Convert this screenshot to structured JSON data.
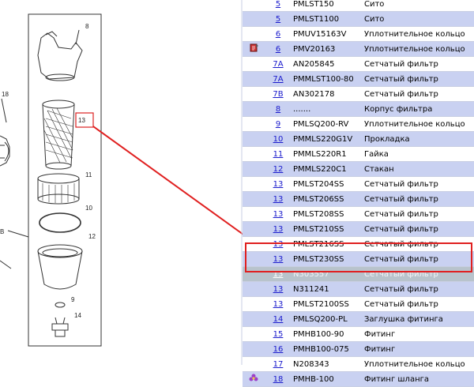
{
  "diagram": {
    "callouts": {
      "c18": "18",
      "c8": "8",
      "c13": "13",
      "c11": "11",
      "c10": "10",
      "c12": "12",
      "c9": "9",
      "c14": "14",
      "cB": "B"
    }
  },
  "parts": {
    "rows": [
      {
        "ref": "5",
        "part": "PMLST150",
        "desc": "Сито",
        "icon": "",
        "highlight": false
      },
      {
        "ref": "5",
        "part": "PMLST1100",
        "desc": "Сито",
        "icon": "",
        "highlight": false
      },
      {
        "ref": "6",
        "part": "PMUV15163V",
        "desc": "Уплотнительное кольцо",
        "icon": "",
        "highlight": false
      },
      {
        "ref": "6",
        "part": "PMV20163",
        "desc": "Уплотнительное кольцо",
        "icon": "note-icon",
        "highlight": false
      },
      {
        "ref": "7A",
        "part": "AN205845",
        "desc": "Сетчатый фильтр",
        "icon": "",
        "highlight": false
      },
      {
        "ref": "7A",
        "part": "PMMLST100-80",
        "desc": "Сетчатый фильтр",
        "icon": "",
        "highlight": false
      },
      {
        "ref": "7B",
        "part": "AN302178",
        "desc": "Сетчатый фильтр",
        "icon": "",
        "highlight": false
      },
      {
        "ref": "8",
        "part": ".......",
        "desc": "Корпус фильтра",
        "icon": "",
        "highlight": false
      },
      {
        "ref": "9",
        "part": "PMLSQ200-RV",
        "desc": "Уплотнительное кольцо",
        "icon": "",
        "highlight": false
      },
      {
        "ref": "10",
        "part": "PMMLS220G1V",
        "desc": "Прокладка",
        "icon": "",
        "highlight": false
      },
      {
        "ref": "11",
        "part": "PMMLS220R1",
        "desc": "Гайка",
        "icon": "",
        "highlight": false
      },
      {
        "ref": "12",
        "part": "PMMLS220C1",
        "desc": "Стакан",
        "icon": "",
        "highlight": false
      },
      {
        "ref": "13",
        "part": "PMLST204SS",
        "desc": "Сетчатый фильтр",
        "icon": "",
        "highlight": false
      },
      {
        "ref": "13",
        "part": "PMLST206SS",
        "desc": "Сетчатый фильтр",
        "icon": "",
        "highlight": false
      },
      {
        "ref": "13",
        "part": "PMLST208SS",
        "desc": "Сетчатый фильтр",
        "icon": "",
        "highlight": false
      },
      {
        "ref": "13",
        "part": "PMLST210SS",
        "desc": "Сетчатый фильтр",
        "icon": "",
        "highlight": false
      },
      {
        "ref": "13",
        "part": "PMLST216SS",
        "desc": "Сетчатый фильтр",
        "icon": "",
        "highlight": false
      },
      {
        "ref": "13",
        "part": "PMLST230SS",
        "desc": "Сетчатый фильтр",
        "icon": "",
        "highlight": false
      },
      {
        "ref": "13",
        "part": "N303557",
        "desc": "Сетчатый фильтр",
        "icon": "",
        "highlight": true
      },
      {
        "ref": "13",
        "part": "N311241",
        "desc": "Сетчатый фильтр",
        "icon": "",
        "highlight": false
      },
      {
        "ref": "13",
        "part": "PMLST2100SS",
        "desc": "Сетчатый фильтр",
        "icon": "",
        "highlight": false
      },
      {
        "ref": "14",
        "part": "PMLSQ200-PL",
        "desc": "Заглушка фитинга",
        "icon": "",
        "highlight": false
      },
      {
        "ref": "15",
        "part": "PMHB100-90",
        "desc": "Фитинг",
        "icon": "",
        "highlight": false
      },
      {
        "ref": "16",
        "part": "PMHB100-075",
        "desc": "Фитинг",
        "icon": "",
        "highlight": false
      },
      {
        "ref": "17",
        "part": "N208343",
        "desc": "Уплотнительное кольцо",
        "icon": "",
        "highlight": false
      },
      {
        "ref": "18",
        "part": "PMHB-100",
        "desc": "Фитинг шланга",
        "icon": "flower-icon",
        "highlight": false
      }
    ]
  },
  "colors": {
    "arrow": "#e02020",
    "row_alt": "#c9d1f1",
    "row_highlight": "#b8c3cc",
    "link": "#1a1acc"
  }
}
